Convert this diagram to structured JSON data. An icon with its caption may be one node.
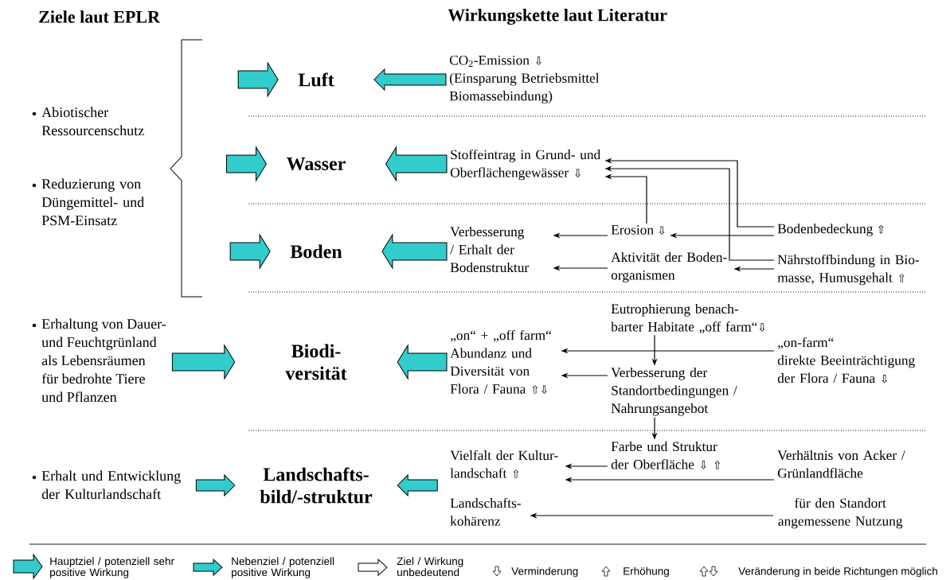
{
  "diagram": {
    "nodes": [
      {
        "text": [
          "Abiotischer Ressourcenschutz"
        ]
      },
      {
        "text": [
          "Reduzierung von Düngemittel- und PSM-Einsatz"
        ]
      },
      {
        "text": [
          "Luft"
        ]
      },
      {
        "text": [
          "CO$_{2}$-Emission ⇩ (Einsparung Betriebsmittel Biomassebindung)"
        ]
      },
      {
        "text": [
          "Wasser"
        ]
      },
      {
        "text": [
          "Stoffeintrag in Grund- und Oberflächengewässer ⇩"
        ]
      },
      {
        "text": [
          "Boden"
        ]
      },
      {
        "text": [
          "Verbesserung / Erhalt der Bodenstruktur"
        ]
      },
      {
        "text": [
          "Erosion ⇩"
        ]
      },
      {
        "text": [
          "Aktivität der Boden-organismen"
        ]
      },
      {
        "text": [
          "Bodenbedeckung ⇧"
        ]
      },
      {
        "text": [
          "Nährstoffbindung in Bio-masse, Humusgehalt ⇧"
        ]
      },
      {
        "text": [
          "Erhaltung von Dauer- und Feuchtgrünland als Lebensräumen für bedrohte Tiere und Pflanzen"
        ]
      },
      {
        "text": [
          "Biodi-versität"
        ]
      },
      {
        "text": [
          "„on“ + „off farm“",
          "Abundanz und Diversität von Flora / Fauna ⇧⇩"
        ]
      },
      {
        "text": [
          "Eutrophierung benach-barter Habitate „off farm“⇩"
        ]
      },
      {
        "text": [
          "„on-farm“",
          "direkte Beeinträchtigung der Flora / Fauna ⇩"
        ]
      },
      {
        "text": [
          "Verbesserung der Standortbedingungen / Nahrungsangebot"
        ]
      },
      {
        "text": [
          "Erhalt und Entwicklung der Kulturlandschaft"
        ]
      },
      {
        "text": [
          "Landschafts-bild/-struktur"
        ]
      },
      {
        "text": [
          "Vielfalt der Kultur-landschaft ⇧"
        ]
      },
      {
        "text": [
          "Farbe und Struktur der Oberfläche ⇩ ⇧"
        ]
      },
      {
        "text": [
          "Verhältnis von Acker / Grünlandfläche"
        ]
      },
      {
        "text": [
          "Landschafts-kohärenz"
        ]
      },
      {
        "text": [
          "für den Standort angemessene Nutzung"
        ]
      }
    ],
    "edges": [
      {
        "from": null,
        "to": 2,
        "arrow": "to",
        "style": "thick",
        "color": "#33cccc"
      },
      {
        "from": 3,
        "to": 2,
        "arrow": "to",
        "color": "#33cccc"
      },
      {
        "from": null,
        "to": 4,
        "arrow": "to",
        "style": "thick",
        "color": "#33cccc"
      },
      {
        "from": 5,
        "to": 4,
        "arrow": "to",
        "style": "thick",
        "color": "#33cccc"
      },
      {
        "from": null,
        "to": 6,
        "arrow": "to",
        "style": "thick",
        "color": "#33cccc"
      },
      {
        "from": 7,
        "to": 6,
        "arrow": "to",
        "style": "thick",
        "color": "#33cccc"
      },
      {
        "from": 12,
        "to": 13,
        "arrow": "to",
        "style": "thick",
        "color": "#33cccc"
      },
      {
        "from": 14,
        "to": 13,
        "arrow": "to",
        "style": "thick",
        "color": "#33cccc"
      },
      {
        "from": 18,
        "to": 19,
        "arrow": "to",
        "color": "#33cccc"
      },
      {
        "from": null,
        "to": 19,
        "arrow": "to",
        "color": "#33cccc"
      },
      {
        "from": 8,
        "to": 5,
        "arrow": "to"
      },
      {
        "from": 10,
        "to": 5,
        "arrow": "to"
      },
      {
        "from": 11,
        "to": 5,
        "arrow": "to"
      },
      {
        "from": 10,
        "to": 8,
        "arrow": "to"
      },
      {
        "from": 11,
        "to": 9,
        "arrow": "to"
      },
      {
        "from": 8,
        "to": 7,
        "arrow": "to"
      },
      {
        "from": 9,
        "to": 7,
        "arrow": "to"
      },
      {
        "from": 16,
        "to": 14,
        "arrow": "to"
      },
      {
        "from": 15,
        "to": 17,
        "arrow": "to"
      },
      {
        "from": 17,
        "to": 14,
        "arrow": "to"
      },
      {
        "from": 17,
        "to": 21,
        "arrow": "to"
      },
      {
        "from": 21,
        "to": 20,
        "arrow": "to"
      },
      {
        "from": 22,
        "to": 20,
        "arrow": "to"
      },
      {
        "from": 24,
        "to": 23,
        "arrow": "to"
      }
    ],
    "labels": [
      "Ziele laut EPLR",
      "Wirkungskette laut Literatur"
    ],
    "legend": [
      {
        "text": "Hauptziel / potenziell sehr positive Wirkung"
      },
      {
        "text": "Nebenziel / potenziell positive Wirkung"
      },
      {
        "text": "Ziel / Wirkung unbedeutend"
      },
      {
        "text": "Verminderung"
      },
      {
        "text": "Erhöhung"
      },
      {
        "text": "Veränderung in beide Richtungen möglich"
      }
    ]
  }
}
